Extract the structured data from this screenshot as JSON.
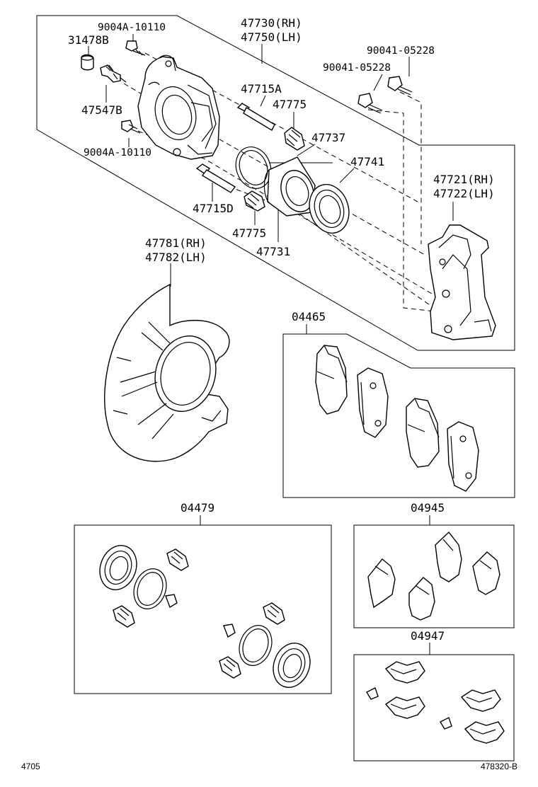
{
  "labels": {
    "bolt_upper": "9004A-10110",
    "bleeder_cap": "31478B",
    "bleeder_plug": "47547B",
    "bolt_lower": "9004A-10110",
    "cylinder_rh": "47730(RH)",
    "cylinder_lh": "47750(LH)",
    "slide_pin_a": "47715A",
    "boot_upper": "47775",
    "piston_seal": "47737",
    "piston_boot": "47741",
    "mount_bolt_1": "90041-05228",
    "mount_bolt_2": "90041-05228",
    "mounting_rh": "47721(RH)",
    "mounting_lh": "47722(LH)",
    "slide_pin_d": "47715D",
    "boot_lower": "47775",
    "piston": "47731",
    "cover_rh": "47781(RH)",
    "cover_lh": "47782(LH)",
    "pad_kit": "04465",
    "cylinder_kit": "04479",
    "anti_squeal_kit": "04945",
    "fitting_kit": "04947"
  },
  "footer": {
    "left_code": "4705",
    "right_code": "478320-B"
  }
}
